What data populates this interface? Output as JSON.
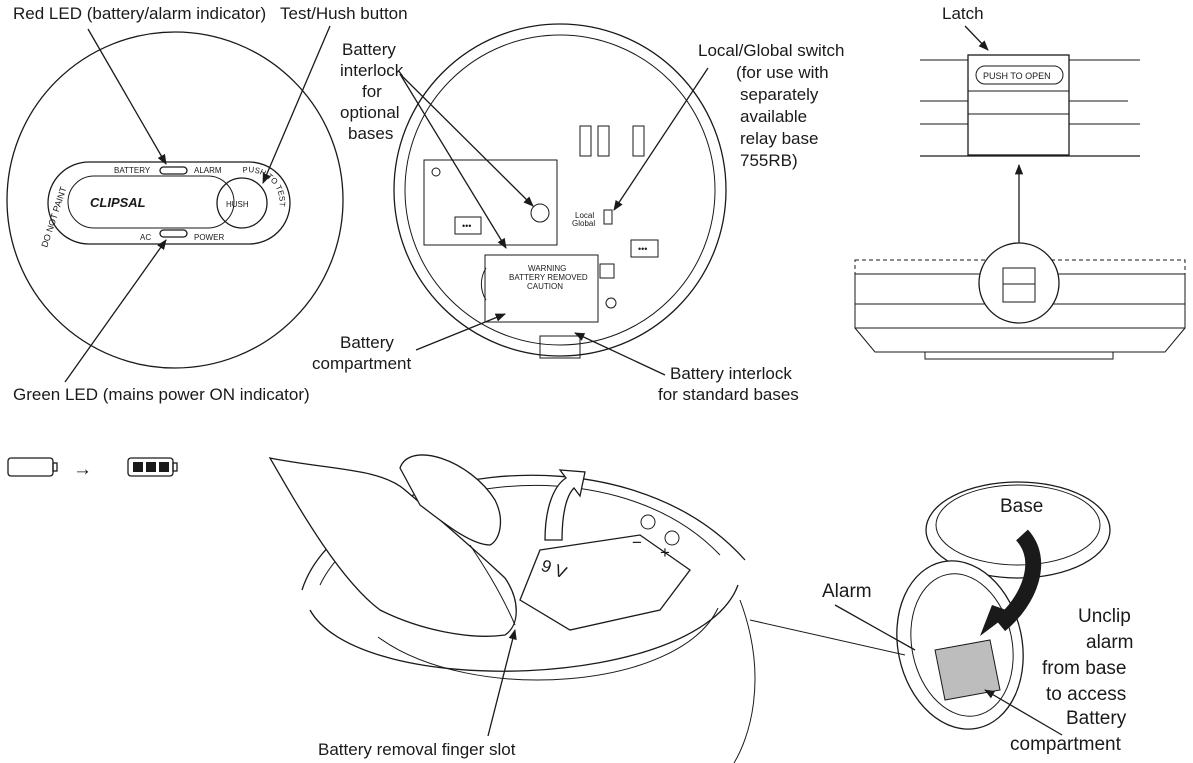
{
  "callouts": {
    "red_led": "Red LED (battery/alarm indicator)",
    "test_hush": "Test/Hush button",
    "green_led": "Green LED (mains power ON indicator)",
    "battery_interlock_optional": [
      "Battery",
      "interlock",
      "for",
      "optional",
      "bases"
    ],
    "local_global_switch": [
      "Local/Global switch",
      "(for use with",
      "separately",
      "available",
      "relay base",
      "755RB)"
    ],
    "battery_compartment": [
      "Battery",
      "compartment"
    ],
    "battery_interlock_standard": [
      "Battery interlock",
      "for standard bases"
    ],
    "latch": "Latch",
    "finger_slot": "Battery removal finger slot",
    "base": "Base",
    "alarm": "Alarm",
    "unclip": [
      "Unclip",
      "alarm",
      "from base",
      "to access",
      "Battery",
      "compartment"
    ]
  },
  "device_face": {
    "do_not_paint": "DO NOT PAINT",
    "battery": "BATTERY",
    "alarm": "ALARM",
    "ac": "AC",
    "power": "POWER",
    "brand": "CLIPSAL",
    "hush": "HUSH",
    "push_to_test": "PUSH TO TEST"
  },
  "back_panel": {
    "warning": [
      "WARNING",
      "BATTERY REMOVED",
      "CAUTION"
    ],
    "local": "Local",
    "global": "Global"
  },
  "latch_panel": {
    "push_to_open": "PUSH TO OPEN"
  },
  "battery_label": {
    "voltage": "9 V",
    "minus": "−",
    "plus": "+"
  },
  "icons": {
    "battery_empty": "battery-empty-icon",
    "arrow": "→",
    "battery_full": "battery-full-icon"
  }
}
